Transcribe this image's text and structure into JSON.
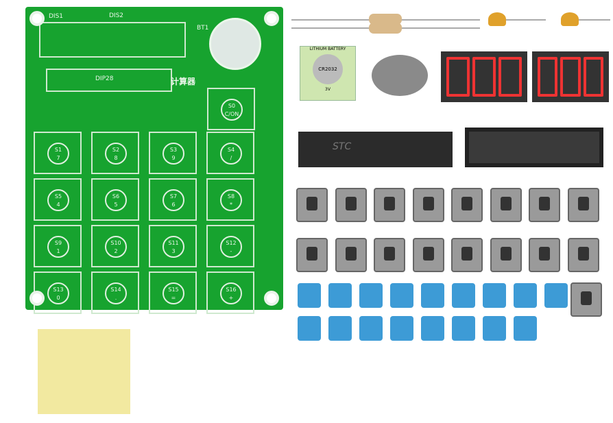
{
  "pcb": {
    "dis1": "DIS1",
    "dis2": "DIS2",
    "bt1": "BT1",
    "dip": "DIP28",
    "title": "计算器",
    "c_on": {
      "id": "S0",
      "label": "C/ON"
    },
    "keys": [
      [
        "S1",
        "7"
      ],
      [
        "S2",
        "8"
      ],
      [
        "S3",
        "9"
      ],
      [
        "S4",
        "/"
      ],
      [
        "S5",
        "4"
      ],
      [
        "S6",
        "5"
      ],
      [
        "S7",
        "6"
      ],
      [
        "S8",
        "*"
      ],
      [
        "S9",
        "1"
      ],
      [
        "S10",
        "2"
      ],
      [
        "S11",
        "3"
      ],
      [
        "S12",
        "-"
      ],
      [
        "S13",
        "0"
      ],
      [
        "S14",
        "."
      ],
      [
        "S15",
        "="
      ],
      [
        "S16",
        "+"
      ]
    ]
  },
  "battery": {
    "label": "LITHIUM BATTERY",
    "model": "CR2032",
    "voltage": "3V"
  },
  "chip": {
    "brand": "STC"
  },
  "colors": {
    "pcb": "#17a32f",
    "cap": "#3d9bd6",
    "segment": "#e33"
  }
}
